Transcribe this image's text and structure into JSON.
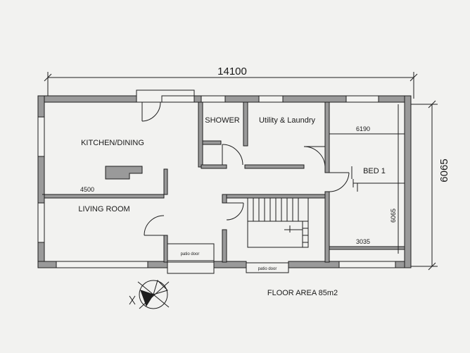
{
  "overall_width_dim": "14100",
  "overall_depth_dim": "6065",
  "rooms": {
    "kitchen_dining": "KITCHEN/DINING",
    "living_room": "LIVING ROOM",
    "shower": "SHOWER",
    "utility_laundry": "Utility & Laundry",
    "bed1": "BED 1"
  },
  "dimensions": {
    "living_width": "4500",
    "bed_width": "6190",
    "bed_depth": "6065",
    "bed_lower": "3035"
  },
  "patio_doors": {
    "left": "patio door",
    "right": "patio door"
  },
  "floor_area": "FLOOR AREA 85m2",
  "colors": {
    "wall_fill": "#9a9a9a",
    "line": "#1e1e1e",
    "paper": "#f2f2f0"
  }
}
